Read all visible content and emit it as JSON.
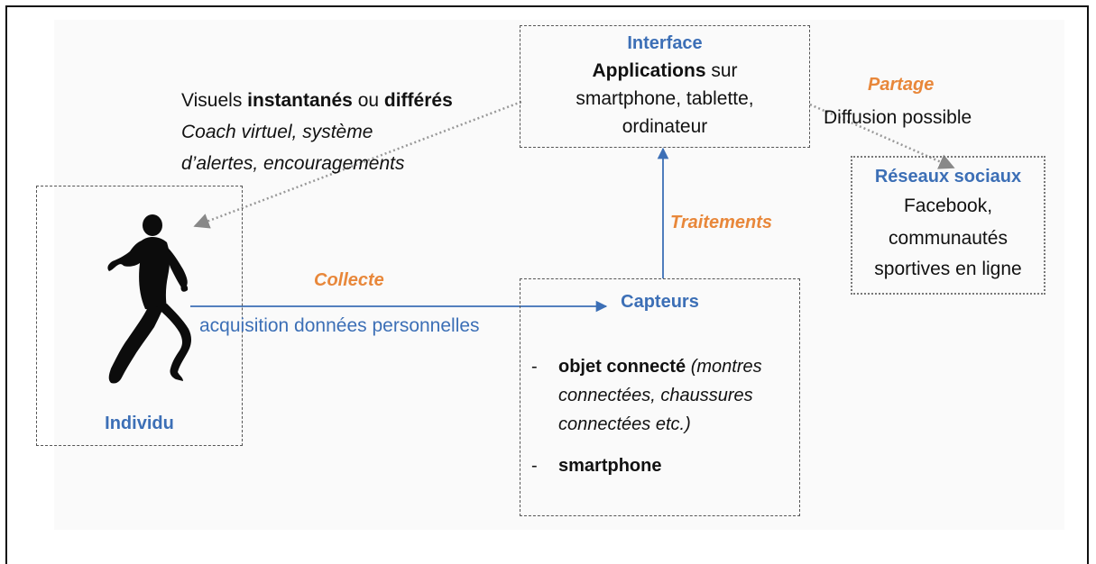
{
  "interface": {
    "title": "Interface",
    "line1_bold": "Applications",
    "line1_rest": " sur",
    "line2": "smartphone, tablette,",
    "line3": "ordinateur"
  },
  "visuels": {
    "part1": "Visuels ",
    "bold1": "instantanés",
    "part2": " ou ",
    "bold2": "différés",
    "line2": "Coach virtuel, système",
    "line3": "d’alertes, encouragements"
  },
  "partage": {
    "title": "Partage",
    "subtitle": "Diffusion possible"
  },
  "reseaux": {
    "title": "Réseaux sociaux",
    "line1": "Facebook,",
    "line2": "communautés",
    "line3": "sportives en ligne"
  },
  "traitements": {
    "label": "Traitements"
  },
  "collecte": {
    "title": "Collecte",
    "subtitle": "acquisition données personnelles"
  },
  "individu": {
    "label": "Individu"
  },
  "capteurs": {
    "title": "Capteurs",
    "item1_bold": "objet connecté",
    "item1_italic": " (montres",
    "item1_line2": "connectées, chaussures",
    "item1_line3": "connectées etc.)",
    "item2": "smartphone",
    "bullet": "-"
  },
  "colors": {
    "blue": "#3c6fb6",
    "orange": "#e8873a"
  },
  "icons": {
    "runner": "runner-silhouette-icon"
  }
}
